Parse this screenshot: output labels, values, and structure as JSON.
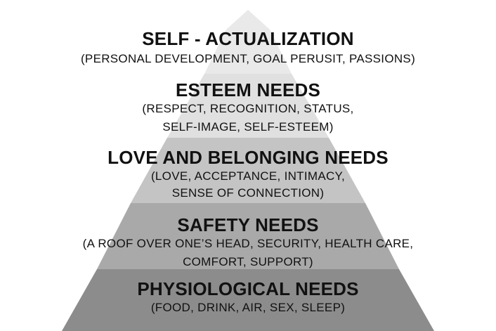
{
  "pyramid": {
    "levels": [
      {
        "title": "SELF - ACTUALIZATION",
        "lines": [
          "(PERSONAL DEVELOPMENT, GOAL PERUSIT, PASSIONS)"
        ],
        "color": "#e9e9e9"
      },
      {
        "title": "ESTEEM NEEDS",
        "lines": [
          "(RESPECT, RECOGNITION, STATUS,",
          "SELF-IMAGE, SELF-ESTEEM)"
        ],
        "color": "#e0e0e0"
      },
      {
        "title": "LOVE AND BELONGING NEEDS",
        "lines": [
          "(LOVE, ACCEPTANCE, INTIMACY,",
          "SENSE OF CONNECTION)"
        ],
        "color": "#c4c4c4"
      },
      {
        "title": "SAFETY NEEDS",
        "lines": [
          "(A ROOF OVER ONE’S HEAD, SECURITY, HEALTH CARE,",
          "COMFORT, SUPPORT)"
        ],
        "color": "#a9a9a9"
      },
      {
        "title": "PHYSIOLOGICAL NEEDS",
        "lines": [
          "(FOOD, DRINK, AIR, SEX, SLEEP)"
        ],
        "color": "#8c8c8c"
      }
    ]
  }
}
